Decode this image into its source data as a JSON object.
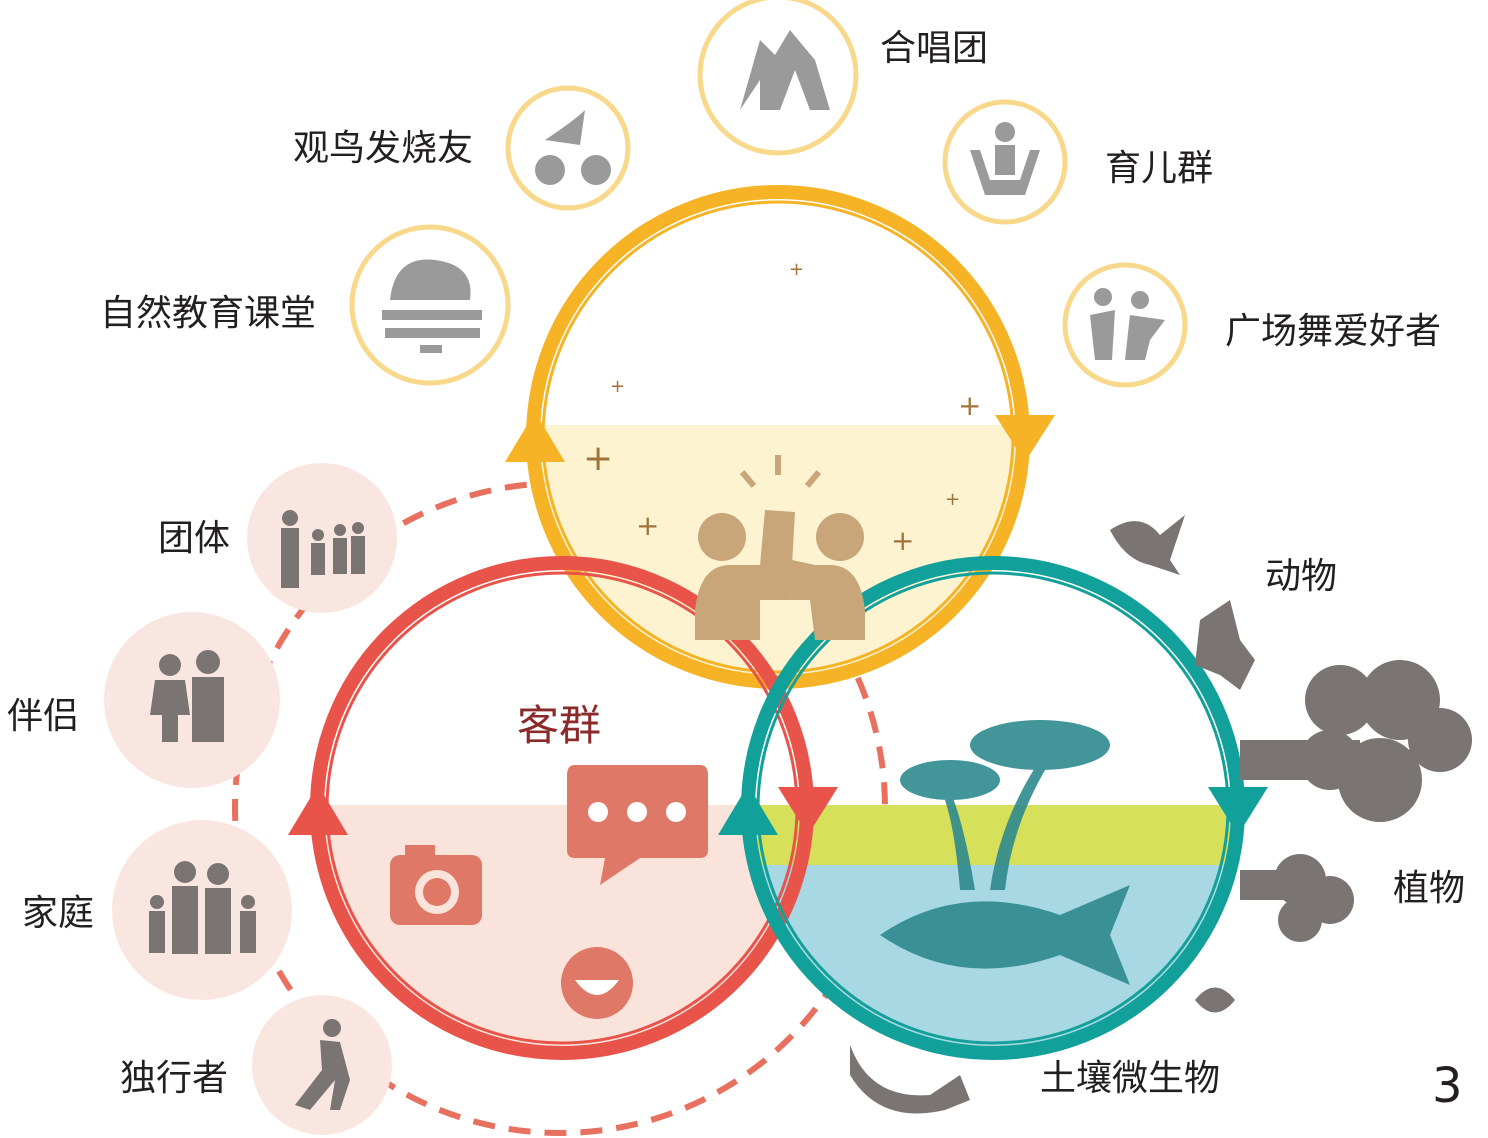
{
  "colors": {
    "yellow": "#F5B325",
    "red": "#E8534A",
    "teal": "#12A09A",
    "icon_gray": "#9a9a9a",
    "skin": "#C9A57A"
  },
  "top_groups": [
    {
      "label": "合唱团",
      "icon": "raised-hands-icon"
    },
    {
      "label": "观鸟发烧友",
      "icon": "bird-binoculars-icon"
    },
    {
      "label": "育儿群",
      "icon": "child-hands-icon"
    },
    {
      "label": "自然教育课堂",
      "icon": "book-globe-icon"
    },
    {
      "label": "广场舞爱好者",
      "icon": "dancers-icon"
    }
  ],
  "left_groups": [
    {
      "label": "团体",
      "icon": "group-icon"
    },
    {
      "label": "伴侣",
      "icon": "couple-icon"
    },
    {
      "label": "家庭",
      "icon": "family-icon"
    },
    {
      "label": "独行者",
      "icon": "walker-icon"
    }
  ],
  "center_label": "客群",
  "right_labels": {
    "animals": "动物",
    "plants": "植物",
    "soil": "土壤微生物"
  },
  "page_number": "3"
}
